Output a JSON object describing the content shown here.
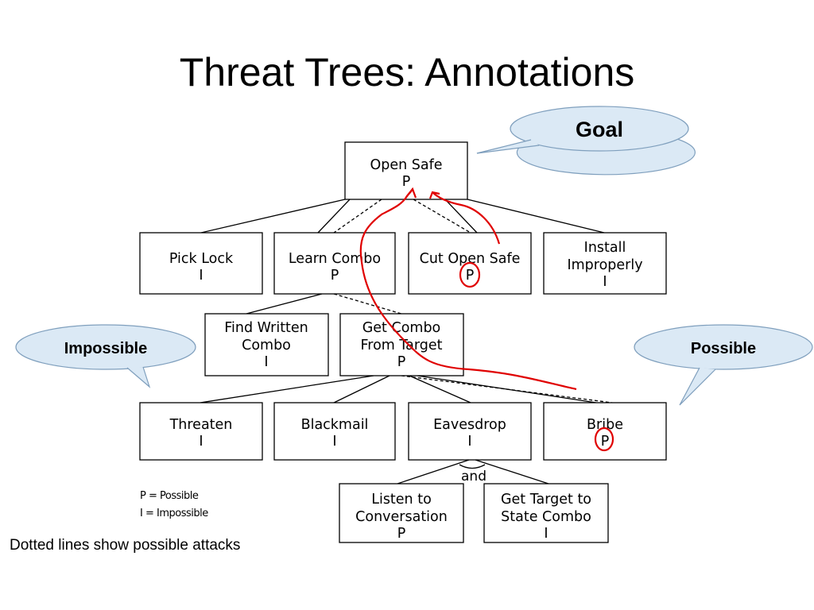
{
  "slide": {
    "title": "Threat Trees: Annotations",
    "footnote": "Dotted lines show possible attacks"
  },
  "callouts": {
    "goal": "Goal",
    "impossible": "Impossible",
    "possible": "Possible"
  },
  "nodes": {
    "open_safe": [
      "Open Safe",
      "P"
    ],
    "pick_lock": [
      "Pick Lock",
      "I"
    ],
    "learn_combo": [
      "Learn Combo",
      "P"
    ],
    "cut_open_safe": [
      "Cut Open Safe",
      "P"
    ],
    "install_improperly": [
      "Install",
      "Improperly",
      "I"
    ],
    "find_written_combo": [
      "Find Written",
      "Combo",
      "I"
    ],
    "get_combo_from_target": [
      "Get Combo",
      "From Target",
      "P"
    ],
    "threaten": [
      "Threaten",
      "I"
    ],
    "blackmail": [
      "Blackmail",
      "I"
    ],
    "eavesdrop": [
      "Eavesdrop",
      "I"
    ],
    "bribe": [
      "Bribe",
      "P"
    ],
    "listen_to_conversation": [
      "Listen to",
      "Conversation",
      "P"
    ],
    "get_target_to_state_combo": [
      "Get Target to",
      "State Combo",
      "I"
    ]
  },
  "and_label": "and",
  "legend": [
    "P = Possible",
    "I = Impossible"
  ],
  "colors": {
    "annotation_red": "#e00000",
    "callout_fill": "#dbe9f5"
  }
}
